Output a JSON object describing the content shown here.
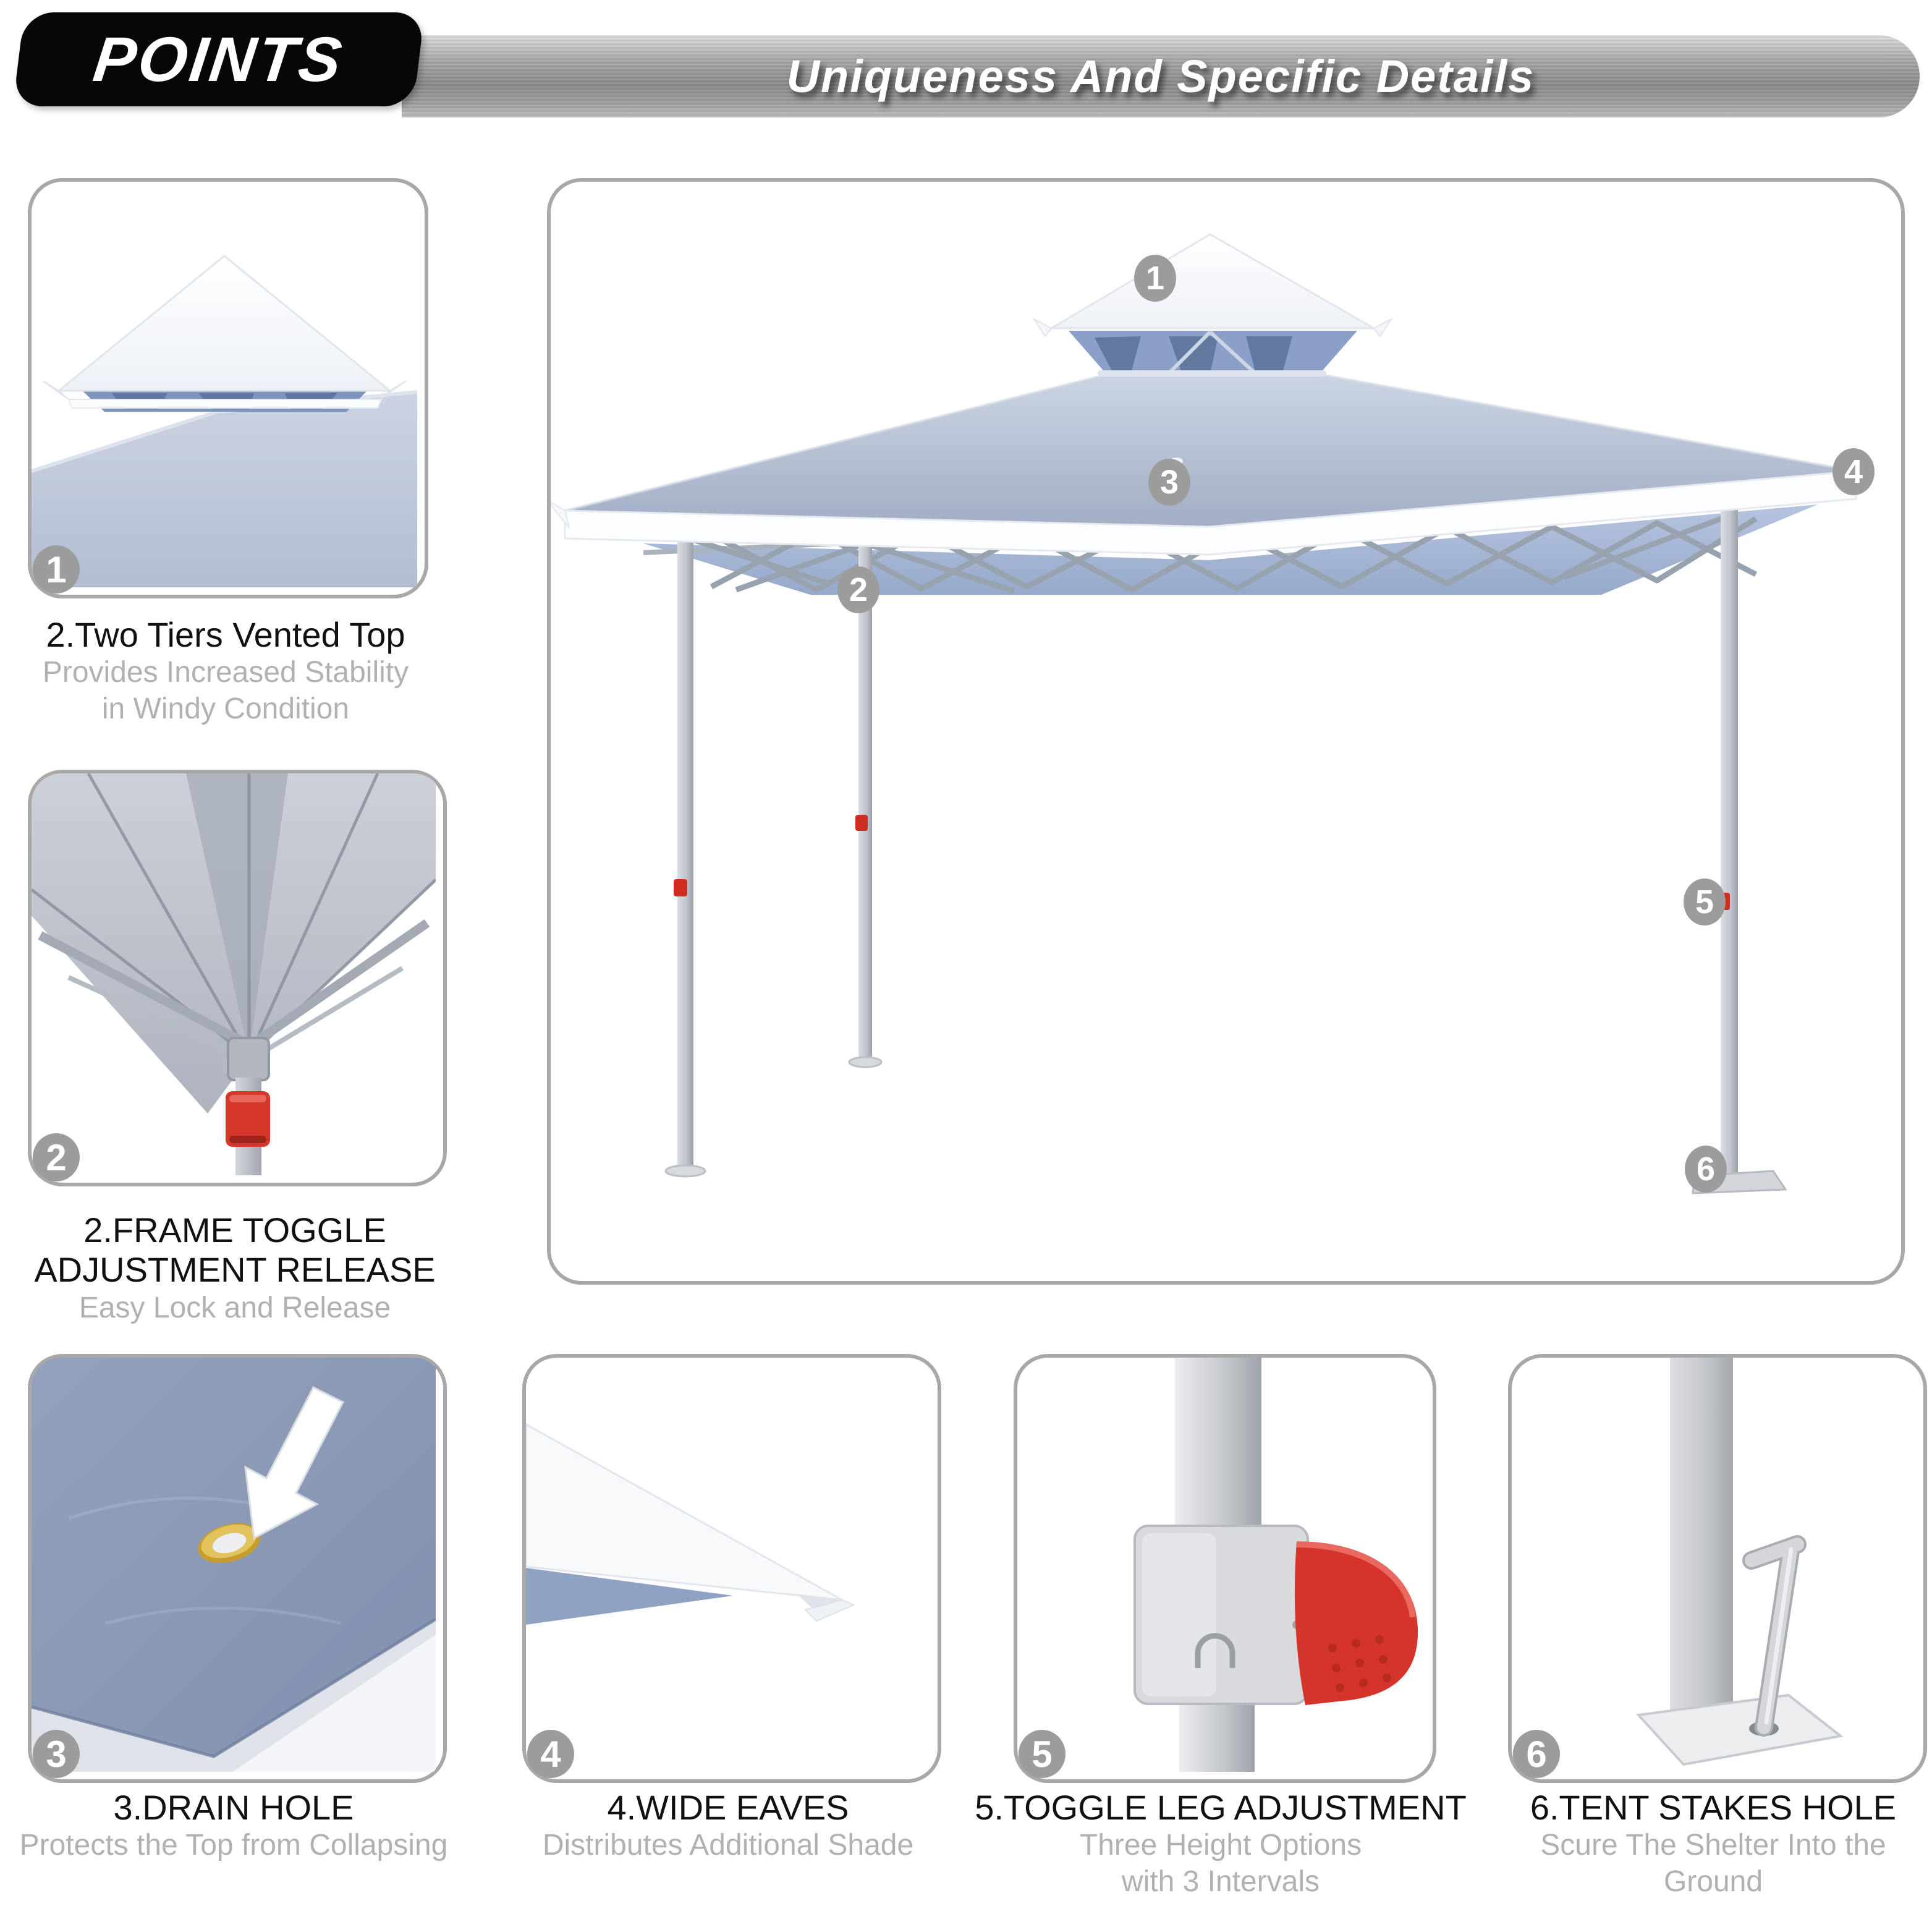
{
  "header": {
    "badge": "POINTS",
    "title": "Uniqueness And Specific Details"
  },
  "callouts": {
    "c1": "1",
    "c2": "2",
    "c3": "3",
    "c4": "4",
    "c5": "5",
    "c6": "6"
  },
  "features": {
    "vented_top": {
      "badge": "1",
      "title": "2.Two Tiers Vented Top",
      "desc1": "Provides Increased Stability",
      "desc2": "in Windy Condition"
    },
    "frame_toggle": {
      "badge": "2",
      "title1": "2.FRAME TOGGLE",
      "title2": "ADJUSTMENT RELEASE",
      "desc": "Easy Lock and Release"
    },
    "drain_hole": {
      "badge": "3",
      "title": "3.DRAIN HOLE",
      "desc": "Protects the Top from Collapsing"
    },
    "wide_eaves": {
      "badge": "4",
      "title": "4.WIDE EAVES",
      "desc": "Distributes Additional Shade"
    },
    "toggle_leg": {
      "badge": "5",
      "title": "5.TOGGLE LEG ADJUSTMENT",
      "desc1": "Three Height Options",
      "desc2": "with 3 Intervals"
    },
    "stakes_hole": {
      "badge": "6",
      "title": "6.TENT STAKES HOLE",
      "desc1": "Scure The Shelter Into the",
      "desc2": "Ground"
    }
  },
  "colors": {
    "accent_red": "#d5342b",
    "canopy_blue": "#a9b4c9",
    "badge_gray": "#9c9c9c",
    "border_gray": "#a8a8a8"
  }
}
